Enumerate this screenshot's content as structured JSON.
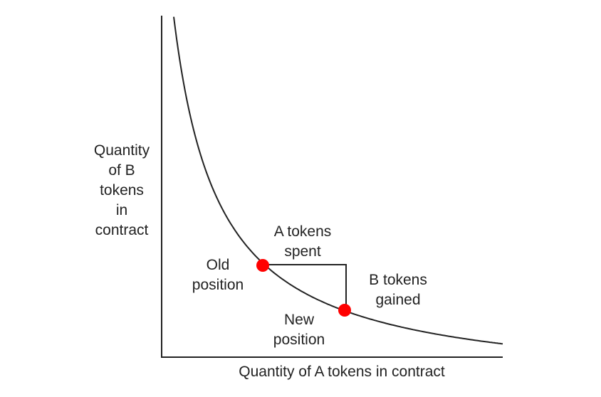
{
  "diagram": {
    "y_axis_label": "Quantity\nof B\ntokens\nin\ncontract",
    "x_axis_label": "Quantity of A tokens in contract",
    "a_spent_label": "A tokens\nspent",
    "b_gained_label": "B tokens\ngained",
    "old_position_label": "Old\nposition",
    "new_position_label": "New\nposition",
    "colors": {
      "curve": "#222222",
      "point": "#ff0000",
      "axis": "#222222"
    }
  }
}
